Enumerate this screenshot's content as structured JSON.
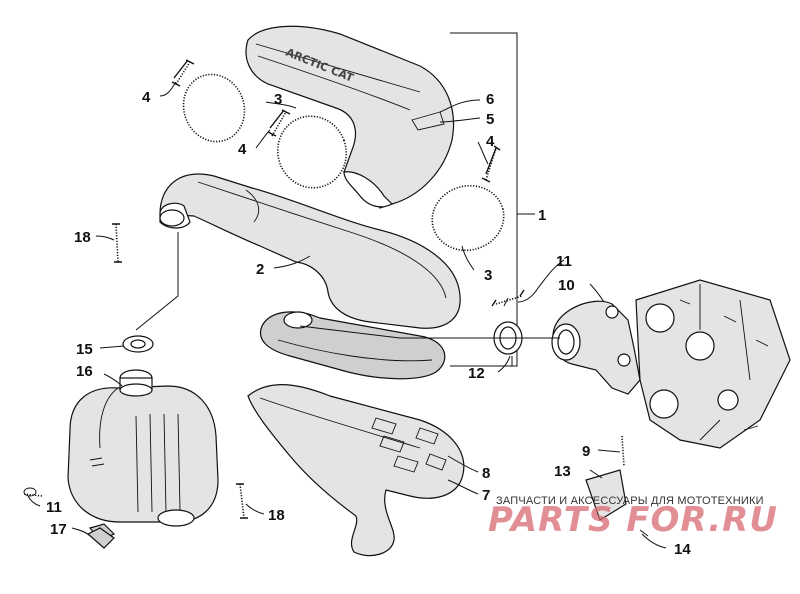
{
  "diagram": {
    "callouts": {
      "c1": "1",
      "c2": "2",
      "c3a": "3",
      "c3b": "3",
      "c4a": "4",
      "c4b": "4",
      "c4c": "4",
      "c5": "5",
      "c6": "6",
      "c7": "7",
      "c8": "8",
      "c9": "9",
      "c10": "10",
      "c11a": "11",
      "c11b": "11",
      "c12": "12",
      "c13": "13",
      "c14": "14",
      "c15": "15",
      "c16": "16",
      "c17": "17",
      "c18a": "18",
      "c18b": "18"
    },
    "heat_shield_embossed_text": "ARCTIC CAT"
  },
  "watermark": {
    "caption": "ЗАПЧАСТИ И АКСЕССУАРЫ ДЛЯ МОТОТЕХНИКИ",
    "logo": "PARTS FOR.RU",
    "logo_color": "#d86a72"
  }
}
